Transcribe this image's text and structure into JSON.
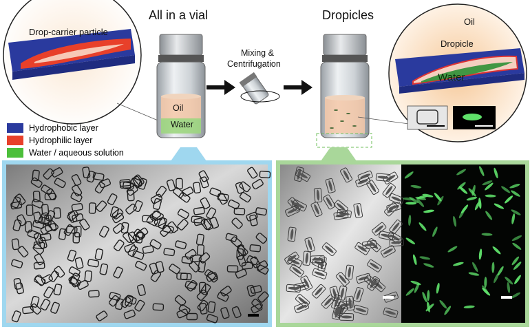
{
  "titles": {
    "all_in_vial": "All in a vial",
    "dropicles": "Dropicles"
  },
  "labels": {
    "drop_carrier": "Drop-carrier particle",
    "mixing": "Mixing &",
    "centrifugation": "Centrifugation",
    "oil_vial": "Oil",
    "water_vial": "Water",
    "oil_inset": "Oil",
    "dropicle_inset": "Dropicle",
    "water_inset": "Water"
  },
  "legend": [
    {
      "label": "Hydrophobic layer",
      "color": "#2a3a9e"
    },
    {
      "label": "Hydrophilic layer",
      "color": "#e8402a"
    },
    {
      "label": "Water / aqueous solution",
      "color": "#4cbf3a"
    }
  ],
  "colors": {
    "left_panel_border": "#9fd7ef",
    "right_panel_border": "#a9d79a",
    "fluorescence": "#5fe06a"
  }
}
